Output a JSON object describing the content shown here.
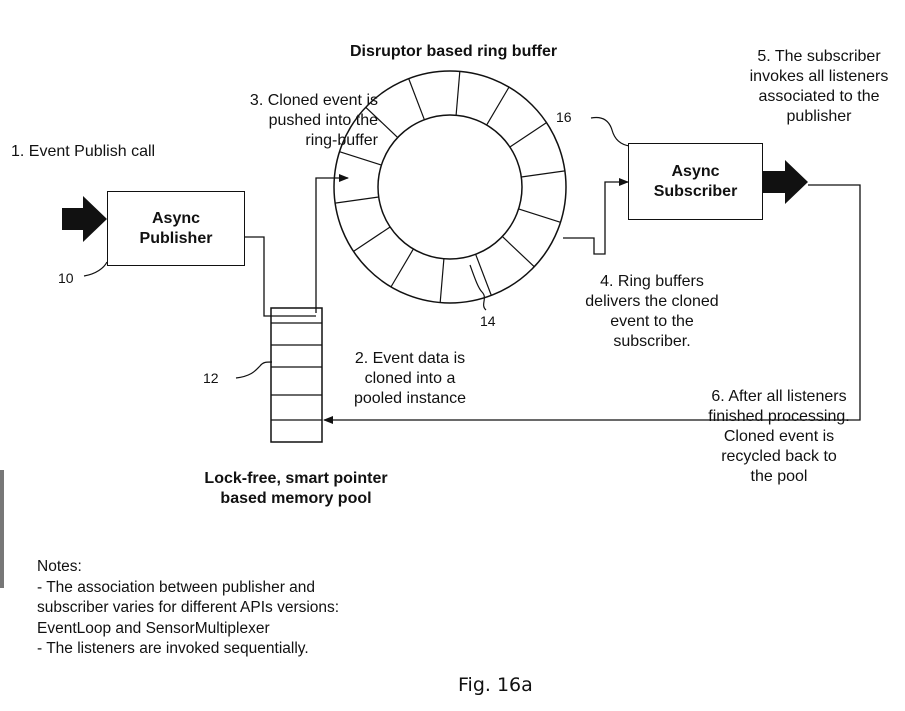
{
  "diagram": {
    "title": "Disruptor based ring buffer",
    "pool_title": [
      "Lock-free, smart pointer",
      "based memory pool"
    ],
    "publisher_box": [
      "Async",
      "Publisher"
    ],
    "subscriber_box": [
      "Async",
      "Subscriber"
    ],
    "steps": {
      "s1": [
        "1. Event Publish call"
      ],
      "s2": [
        "2. Event data is",
        "cloned into a",
        "pooled instance"
      ],
      "s3": [
        "3. Cloned event is",
        "pushed into the",
        "ring-buffer"
      ],
      "s4": [
        "4. Ring buffers",
        "delivers the cloned",
        "event to the",
        "subscriber."
      ],
      "s5": [
        "5. The subscriber",
        "invokes all listeners",
        "associated to the",
        "publisher"
      ],
      "s6": [
        "6. After all listeners",
        "finished processing.",
        "Cloned event is",
        "recycled back to",
        "the pool"
      ]
    },
    "refs": {
      "r10": "10",
      "r12": "12",
      "r14": "14",
      "r16": "16"
    }
  },
  "notes": [
    "Notes:",
    "- The association between publisher and",
    "subscriber varies for different APIs versions:",
    "EventLoop and SensorMultiplexer",
    "- The listeners are invoked sequentially."
  ],
  "figure_caption": "Fig. 16a"
}
